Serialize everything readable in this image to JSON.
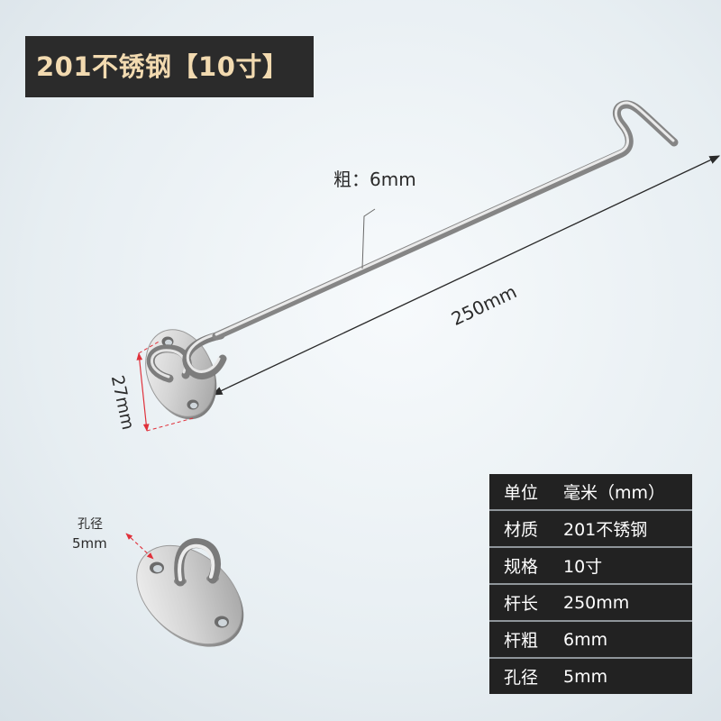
{
  "banner": {
    "title": "201不锈钢【10寸】"
  },
  "annotations": {
    "thickness": "粗：6mm",
    "length": "250mm",
    "width": "27mm",
    "hole_label": "孔径",
    "hole_size": "5mm"
  },
  "specs": {
    "rows": [
      {
        "key": "单位",
        "value": "毫米（mm）"
      },
      {
        "key": "材质",
        "value": "201不锈钢"
      },
      {
        "key": "规格",
        "value": "10寸"
      },
      {
        "key": "杆长",
        "value": "250mm"
      },
      {
        "key": "杆粗",
        "value": "6mm"
      },
      {
        "key": "孔径",
        "value": "5mm"
      }
    ]
  },
  "colors": {
    "banner_bg": "#2b2b2b",
    "banner_text": "#f2dab0",
    "table_bg": "#222222",
    "dimension_red": "#e0303a",
    "dimension_dark": "#2a2a2a"
  }
}
